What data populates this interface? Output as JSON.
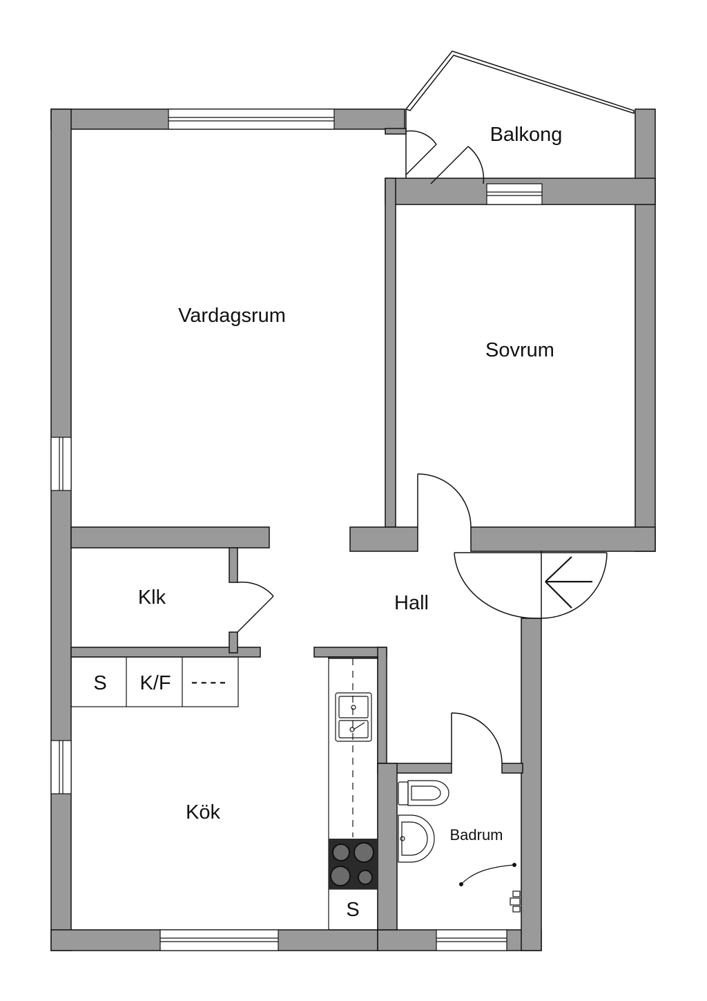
{
  "rooms": {
    "balkong": "Balkong",
    "vardagsrum": "Vardagsrum",
    "sovrum": "Sovrum",
    "klk": "Klk",
    "hall": "Hall",
    "kok": "Kök",
    "badrum": "Badrum"
  },
  "fixtures": {
    "storage_s": "S",
    "fridge_freezer": "K/F",
    "dashes": "----",
    "counter_s": "S"
  }
}
